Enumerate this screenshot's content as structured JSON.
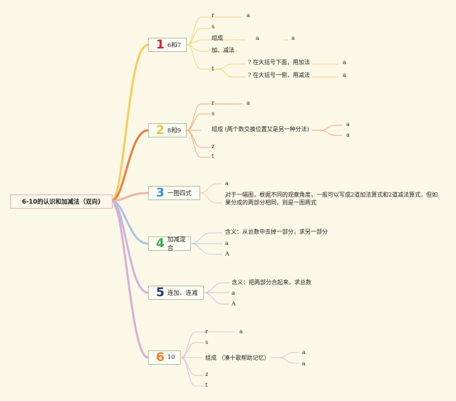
{
  "root": {
    "label": "6-10的认识和加减法（双向)"
  },
  "colors": {
    "t1": "#f5cd58",
    "t2": "#ee7b3c",
    "t3": "#e9b8a8",
    "t4": "#a9c4e6",
    "t5": "#c9b6dc",
    "t6": "#d7b0d2",
    "n1": "#d3213c",
    "n2": "#f2c33a",
    "n3": "#3391d3",
    "n4": "#39a949",
    "n5": "#22316f",
    "n6": "#ee7f2a"
  },
  "topics": [
    {
      "num": "1",
      "label": "6和7"
    },
    {
      "num": "2",
      "label": "8和9"
    },
    {
      "num": "3",
      "label": "一图四式"
    },
    {
      "num": "4",
      "label": "加减混合"
    },
    {
      "num": "5",
      "label": "连加、连减"
    },
    {
      "num": "6",
      "label": "10"
    }
  ],
  "t1": {
    "r": "r",
    "r_a": "a",
    "s": "s",
    "zucheng": "组成",
    "zucheng_a1": "a",
    "zucheng_a2": "a",
    "jiajian": "加、减法",
    "t": "t",
    "rule1": "? 在大括号下面，用加法",
    "rule1_a": "a",
    "rule2": "? 在大括号一侧，用减法",
    "rule2_a": "a"
  },
  "t2": {
    "r": "r",
    "r_a": "a",
    "s": "s",
    "zucheng": "组成 (两个数交换位置又是另一种分法)",
    "a1": "a",
    "a2": "a",
    "z": "z",
    "t": "t"
  },
  "t3": {
    "a": "a",
    "desc": "对于一幅图，根据不同的观察角度，一般可以写成2道加法算式和2道减法算式，但如果分成的两部分相同，则是一图两式"
  },
  "t4": {
    "hanyi": "含义：从总数中去掉一部分，求另一部分",
    "a": "a",
    "A": "A"
  },
  "t5": {
    "hanyi": "含义：把两部分合起来，求总数",
    "a": "a",
    "A": "A"
  },
  "t6": {
    "r": "r",
    "r_a": "a",
    "s": "s",
    "zucheng": "组成 （凑十歌帮助记忆）",
    "a1": "a",
    "a2": "a",
    "z": "z",
    "t": "t"
  }
}
